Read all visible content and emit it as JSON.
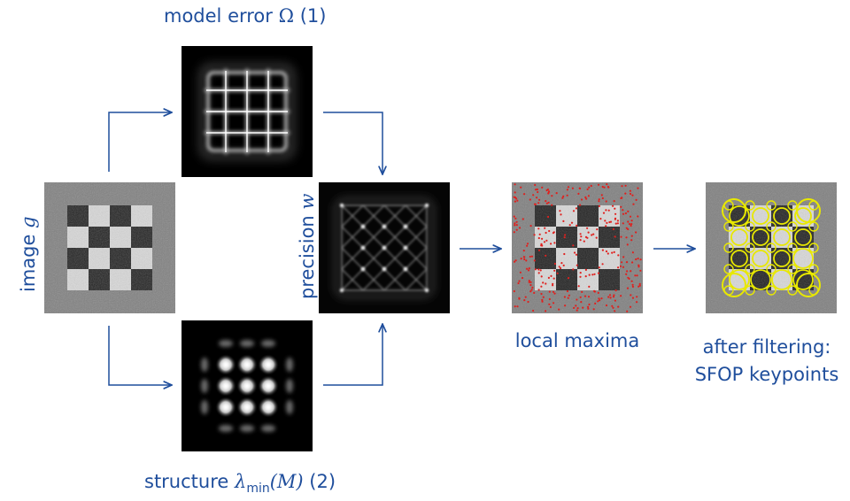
{
  "labels": {
    "model_error": {
      "text": "model error",
      "symbol": "Ω",
      "ref": "(1)"
    },
    "structure": {
      "text": "structure",
      "symbol": "λ",
      "sub": "min",
      "arg": "(M)",
      "ref": "(2)"
    },
    "image": {
      "text": "image",
      "symbol": "g"
    },
    "precision": {
      "text": "precision",
      "symbol": "w"
    },
    "local_maxima": "local maxima",
    "filtering_line1": "after filtering:",
    "filtering_line2": "SFOP keypoints"
  },
  "colors": {
    "text": "#1f4e9c",
    "arrow": "#1f4e9c",
    "noise_gray": "#7f7f7f",
    "maxima_dots": "#e0201e",
    "keypoint_circles": "#e8e800"
  }
}
